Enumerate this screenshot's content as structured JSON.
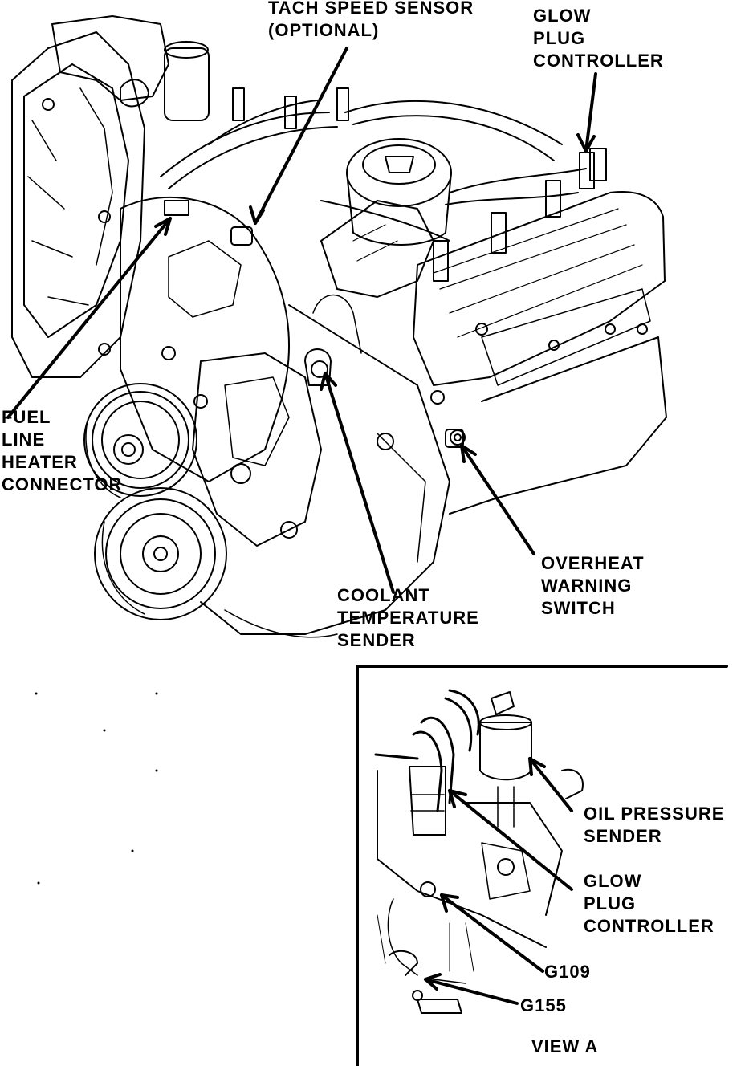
{
  "labels": {
    "tach": [
      "TACH SPEED SENSOR",
      "(OPTIONAL)"
    ],
    "glow_main": [
      "GLOW",
      "PLUG",
      "CONTROLLER"
    ],
    "fuel": [
      "FUEL",
      "LINE",
      "HEATER",
      "CONNECTOR"
    ],
    "overheat": [
      "OVERHEAT",
      "WARNING",
      "SWITCH"
    ],
    "coolant": [
      "COOLANT",
      "TEMPERATURE",
      "SENDER"
    ],
    "oil": [
      "OIL PRESSURE",
      "SENDER"
    ],
    "glow_inset": [
      "GLOW",
      "PLUG",
      "CONTROLLER"
    ],
    "g109": "G109",
    "g155": "G155",
    "view": "VIEW A"
  },
  "colors": {
    "ink": "#000000",
    "paper": "#ffffff"
  }
}
